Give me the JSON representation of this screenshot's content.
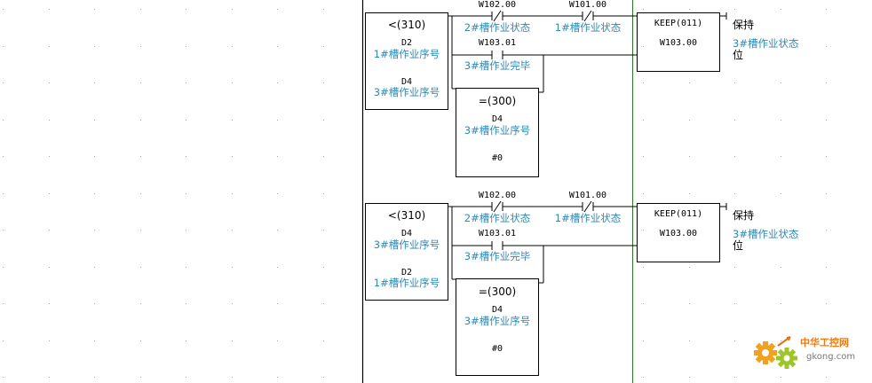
{
  "rungs": [
    {
      "compare": {
        "instr": "<(310)",
        "op1": "D2",
        "op1_cmt": "1#槽作业序号",
        "op2": "D4",
        "op2_cmt": "3#槽作业序号"
      },
      "c1": {
        "addr": "W102.00",
        "cmt": "2#槽作业状态"
      },
      "c2": {
        "addr": "W101.00",
        "cmt": "1#槽作业状态"
      },
      "c3": {
        "addr": "W103.01",
        "cmt": "3#槽作业完毕"
      },
      "eq": {
        "instr": "=(300)",
        "op1": "D4",
        "op1_cmt": "3#槽作业序号",
        "op2": "#0"
      },
      "keep": {
        "instr": "KEEP(011)",
        "addr": "W103.00",
        "label": "保持",
        "cmt_line1": "3#槽作业状态",
        "cmt_line2": "位"
      }
    },
    {
      "compare": {
        "instr": "<(310)",
        "op1": "D4",
        "op1_cmt": "3#槽作业序号",
        "op2": "D2",
        "op2_cmt": "1#槽作业序号"
      },
      "c1": {
        "addr": "W102.00",
        "cmt": "2#槽作业状态"
      },
      "c2": {
        "addr": "W101.00",
        "cmt": "1#槽作业状态"
      },
      "c3": {
        "addr": "W103.01",
        "cmt": "3#槽作业完毕"
      },
      "eq": {
        "instr": "=(300)",
        "op1": "D4",
        "op1_cmt": "3#槽作业序号",
        "op2": "#0"
      },
      "keep": {
        "instr": "KEEP(011)",
        "addr": "W103.00",
        "label": "保持",
        "cmt_line1": "3#槽作业状态",
        "cmt_line2": "位"
      }
    }
  ],
  "watermark": {
    "brand": "中华工控网",
    "url": "gkong.com"
  },
  "colors": {
    "comment": "#2e8ab8",
    "bus_right": "#2a7a2a",
    "watermark": "#f07a10"
  }
}
